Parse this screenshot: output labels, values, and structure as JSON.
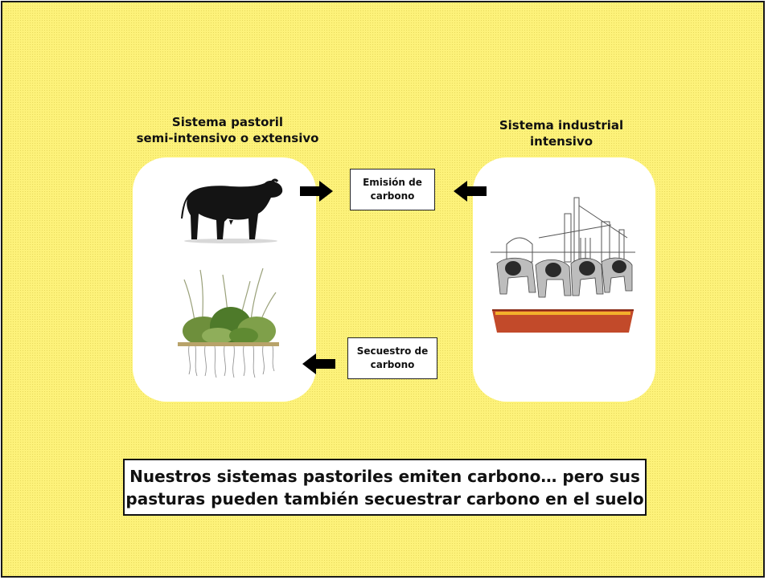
{
  "left_system": {
    "heading_line1": "Sistema pastoril",
    "heading_line2": "semi-intensivo o extensivo"
  },
  "right_system": {
    "heading_line1": "Sistema industrial",
    "heading_line2": "intensivo"
  },
  "emission_box": {
    "line1": "Emisión de",
    "line2": "carbono"
  },
  "sequestration_box": {
    "line1": "Secuestro de",
    "line2": "carbono"
  },
  "conclusion": {
    "line1": "Nuestros sistemas pastoriles emiten carbono… pero sus",
    "line2": "pasturas pueden también secuestrar carbono en el suelo"
  },
  "colors": {
    "background": "#fdf27a",
    "panel": "#ffffff",
    "arrow": "#000000",
    "trough": "#c24a2a"
  },
  "icons": [
    "black-bull-icon",
    "pasture-grass-roots-icon",
    "feedlot-cattle-icon"
  ]
}
